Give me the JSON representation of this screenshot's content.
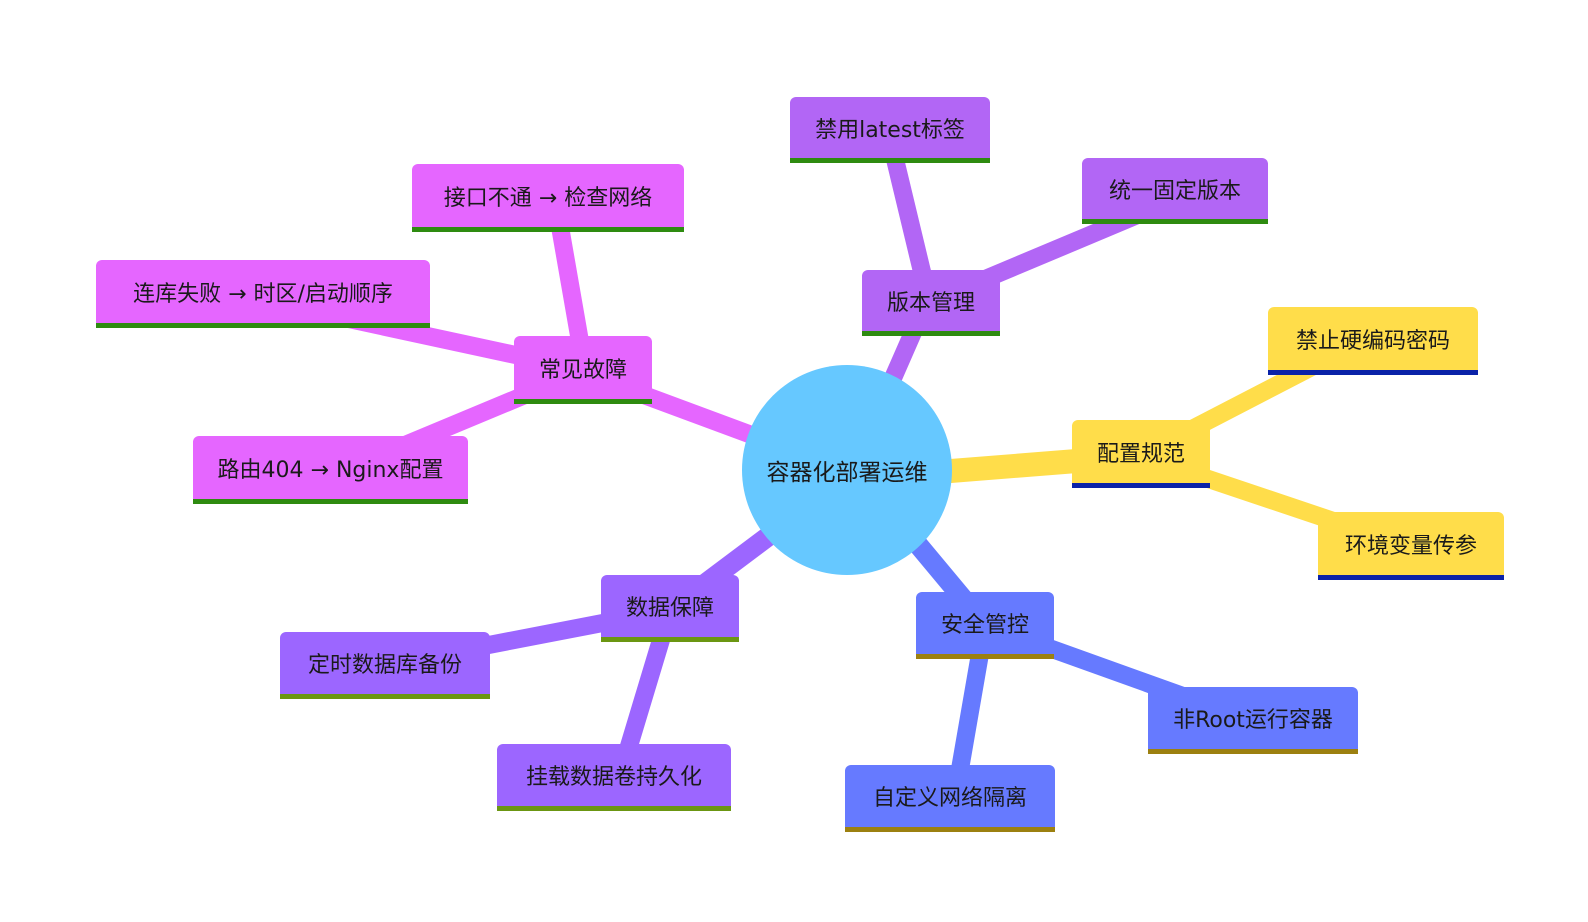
{
  "colors": {
    "root": "#66c8ff",
    "version": "#b266f5",
    "fault": "#e566ff",
    "config": "#ffdd4a",
    "data": "#9c66ff",
    "security": "#667aff",
    "underline_green": "#2e8b10",
    "underline_blue": "#0a22a8",
    "underline_olive": "#6b9612",
    "underline_gold": "#9c8010"
  },
  "mindmap": {
    "root": "容器化部署运维",
    "version": {
      "label": "版本管理",
      "children": [
        "禁用latest标签",
        "统一固定版本"
      ]
    },
    "fault": {
      "label": "常见故障",
      "children": [
        "接口不通 → 检查网络",
        "连库失败 → 时区/启动顺序",
        "路由404 → Nginx配置"
      ]
    },
    "config": {
      "label": "配置规范",
      "children": [
        "禁止硬编码密码",
        "环境变量传参"
      ]
    },
    "data": {
      "label": "数据保障",
      "children": [
        "定时数据库备份",
        "挂载数据卷持久化"
      ]
    },
    "security": {
      "label": "安全管控",
      "children": [
        "非Root运行容器",
        "自定义网络隔离"
      ]
    }
  }
}
